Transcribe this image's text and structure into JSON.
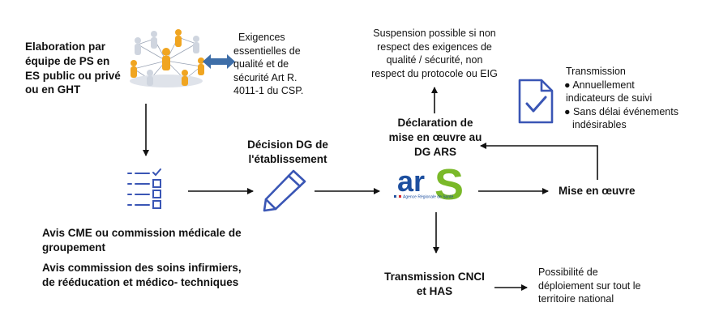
{
  "nodes": {
    "elaboration": [
      "Elaboration par",
      "équipe de PS en",
      "ES public ou privé",
      "ou en GHT"
    ],
    "exigences": [
      "Exigences",
      "essentielles de",
      "qualité et de",
      "sécurité Art R.",
      "4011-1 du CSP."
    ],
    "suspension": [
      "Suspension possible si non",
      "respect des exigences de",
      "qualité / sécurité, non",
      "respect du protocole ou EIG"
    ],
    "transmission_title": "Transmission",
    "transmission_items": [
      [
        "Annuellement",
        "indicateurs de suivi"
      ],
      [
        "Sans délai événements",
        "indésirables"
      ]
    ],
    "declaration": [
      "Déclaration de",
      "mise en œuvre au",
      "DG ARS"
    ],
    "decision": [
      "Décision DG de",
      "l'établissement"
    ],
    "mise_en_oeuvre": "Mise en œuvre",
    "avis_cme": [
      "Avis CME ou commission médicale de",
      "groupement"
    ],
    "avis_commission": [
      "Avis commission des soins infirmiers,",
      "de rééducation et médico- techniques"
    ],
    "cnci": [
      "Transmission CNCI",
      "et HAS"
    ],
    "possibilite": [
      "Possibilité de",
      "déploiement sur tout le",
      "territoire national"
    ]
  },
  "ars_logo": {
    "wordmark": "ars",
    "tagline": "Agence Régionale de Santé",
    "colors": {
      "blue": "#1d4f9f",
      "green": "#7ab929",
      "red": "#d7262c"
    }
  },
  "icons": {
    "team": "people-network-icon",
    "doublearrow": "double-arrow-icon",
    "checklist": "checklist-icon",
    "pen": "pen-icon",
    "document_check": "document-check-icon"
  },
  "colors": {
    "icon_blue": "#3a56b5",
    "arrow_blue": "#3e6ea8",
    "figure_gold": "#f0a521",
    "text": "#111111"
  }
}
